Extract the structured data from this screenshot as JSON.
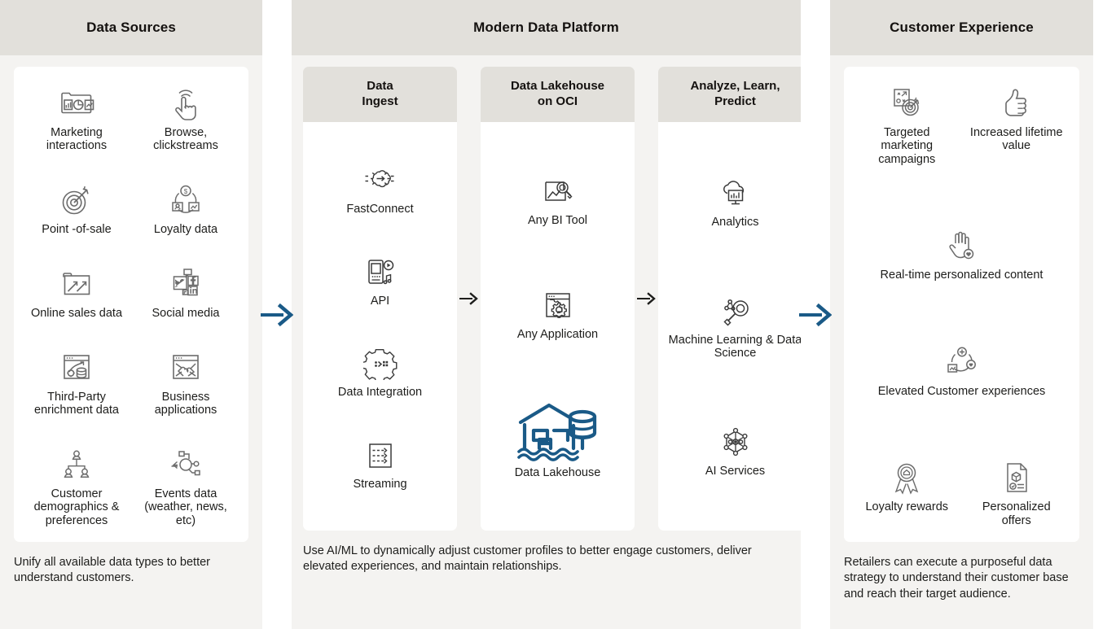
{
  "colors": {
    "header_band": "#e2e0db",
    "column_bg": "#f4f3f1",
    "card_bg": "#ffffff",
    "accent_blue": "#1a5a87",
    "icon_gray": "#6b6b6b",
    "text": "#1d1d1b"
  },
  "columns": {
    "sources": {
      "title": "Data Sources",
      "caption": "Unify all available data types to better understand customers.",
      "items": [
        {
          "icon": "marketing-chart-icon",
          "label": "Marketing interactions"
        },
        {
          "icon": "hand-tap-icon",
          "label": "Browse, clickstreams"
        },
        {
          "icon": "target-arrow-icon",
          "label": "Point -of-sale"
        },
        {
          "icon": "loyalty-cycle-icon",
          "label": "Loyalty data"
        },
        {
          "icon": "trend-up-chart-icon",
          "label": "Online sales data"
        },
        {
          "icon": "social-media-icon",
          "label": "Social media"
        },
        {
          "icon": "third-party-database-icon",
          "label": "Third-Party enrichment data"
        },
        {
          "icon": "puzzle-window-icon",
          "label": "Business applications"
        },
        {
          "icon": "org-people-icon",
          "label": "Customer demographics & preferences"
        },
        {
          "icon": "event-nodes-icon",
          "label": "Events data (weather, news, etc)"
        }
      ]
    },
    "platform": {
      "title": "Modern Data Platform",
      "caption": "Use AI/ML to dynamically adjust customer profiles to better engage customers, deliver elevated experiences, and maintain relationships.",
      "panels": [
        {
          "title": "Data Ingest",
          "title_lines": [
            "Data",
            "Ingest"
          ],
          "items": [
            {
              "icon": "fastconnect-icon",
              "label": "FastConnect"
            },
            {
              "icon": "api-device-icon",
              "label": "API"
            },
            {
              "icon": "data-integration-gear-icon",
              "label": "Data Integration"
            },
            {
              "icon": "streaming-icon",
              "label": "Streaming"
            }
          ]
        },
        {
          "title": "Data Lakehouse on OCI",
          "title_lines": [
            "Data Lakehouse",
            "on OCI"
          ],
          "items": [
            {
              "icon": "bi-tool-magnifier-icon",
              "label": "Any BI Tool"
            },
            {
              "icon": "application-gear-window-icon",
              "label": "Any Application"
            },
            {
              "icon": "data-lakehouse-icon",
              "label": "Data Lakehouse"
            }
          ]
        },
        {
          "title": "Analyze, Learn, Predict",
          "title_lines": [
            "Analyze, Learn,",
            "Predict"
          ],
          "items": [
            {
              "icon": "analytics-cloud-monitor-icon",
              "label": "Analytics"
            },
            {
              "icon": "machine-learning-magnifier-icon",
              "label": "Machine Learning & Data Science"
            },
            {
              "icon": "ai-services-network-icon",
              "label": "AI Services"
            }
          ]
        }
      ]
    },
    "customer_experience": {
      "title": "Customer Experience",
      "caption": "Retailers can execute a purposeful data strategy to understand their customer base and reach their target audience.",
      "items": [
        {
          "icon": "strategy-target-icon",
          "label": "Targeted marketing campaigns",
          "wide": false
        },
        {
          "icon": "thumbs-up-icon",
          "label": "Increased lifetime value",
          "wide": false
        },
        {
          "icon": "hand-heart-icon",
          "label": "Real-time personalized content",
          "wide": true
        },
        {
          "icon": "experience-cycle-icon",
          "label": "Elevated Customer experiences",
          "wide": true
        },
        {
          "icon": "award-ribbon-icon",
          "label": "Loyalty rewards",
          "wide": false
        },
        {
          "icon": "personalized-offer-doc-icon",
          "label": "Personalized offers",
          "wide": false
        }
      ]
    }
  },
  "flow_arrows": [
    {
      "name": "arrow-sources-to-platform",
      "style": "large-blue"
    },
    {
      "name": "arrow-ingest-to-lakehouse",
      "style": "small-dark"
    },
    {
      "name": "arrow-lakehouse-to-analyze",
      "style": "small-dark"
    },
    {
      "name": "arrow-platform-to-cx",
      "style": "large-blue"
    }
  ]
}
